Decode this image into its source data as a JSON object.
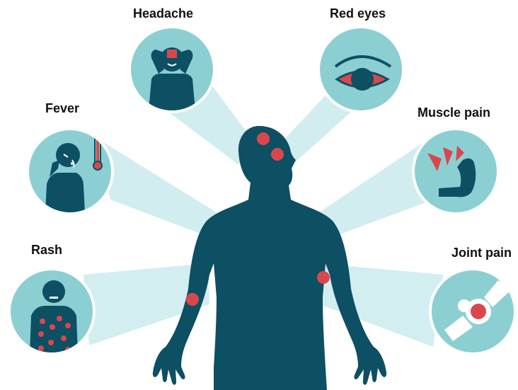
{
  "symptoms": {
    "headache": {
      "label": "Headache",
      "icon": "headache-icon"
    },
    "red_eyes": {
      "label": "Red eyes",
      "icon": "red-eye-icon"
    },
    "fever": {
      "label": "Fever",
      "icon": "fever-thermometer-icon"
    },
    "muscle_pain": {
      "label": "Muscle pain",
      "icon": "muscle-pain-icon"
    },
    "rash": {
      "label": "Rash",
      "icon": "rash-icon"
    },
    "joint_pain": {
      "label": "Joint pain",
      "icon": "joint-pain-icon"
    }
  },
  "colors": {
    "figure": "#0d4f63",
    "circle": "#8ccfd3",
    "beam": "#c3e8eb",
    "accent": "#d9474d",
    "label": "#111111"
  }
}
